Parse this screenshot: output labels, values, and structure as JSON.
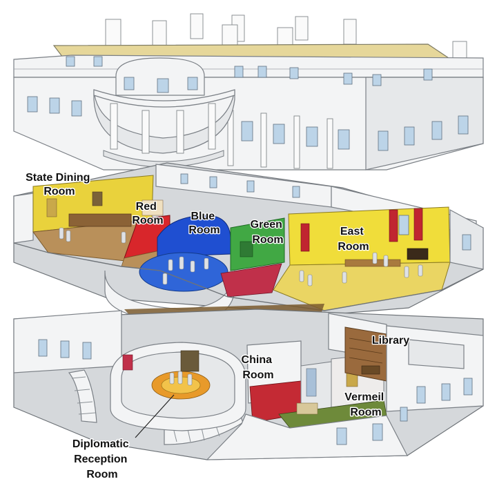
{
  "labels": {
    "state_dining": [
      "State Dining",
      "Room"
    ],
    "red": [
      "Red",
      "Room"
    ],
    "blue": [
      "Blue",
      "Room"
    ],
    "green": [
      "Green",
      "Room"
    ],
    "east": [
      "East",
      "Room"
    ],
    "library": [
      "Library"
    ],
    "china": [
      "China",
      "Room"
    ],
    "vermeil": [
      "Vermeil",
      "Room"
    ],
    "diplomatic": [
      "Diplomatic",
      "Reception",
      "Room"
    ]
  },
  "colors": {
    "roof": "#e6d79a",
    "state_dining_wall": "#e9d23c",
    "red_room": "#d8262b",
    "blue_room": "#1f4fd1",
    "green_room": "#41a844",
    "east_room_wall": "#f0dd3a",
    "floor_wood": "#b9905a",
    "library_wood": "#9a6a3d"
  }
}
